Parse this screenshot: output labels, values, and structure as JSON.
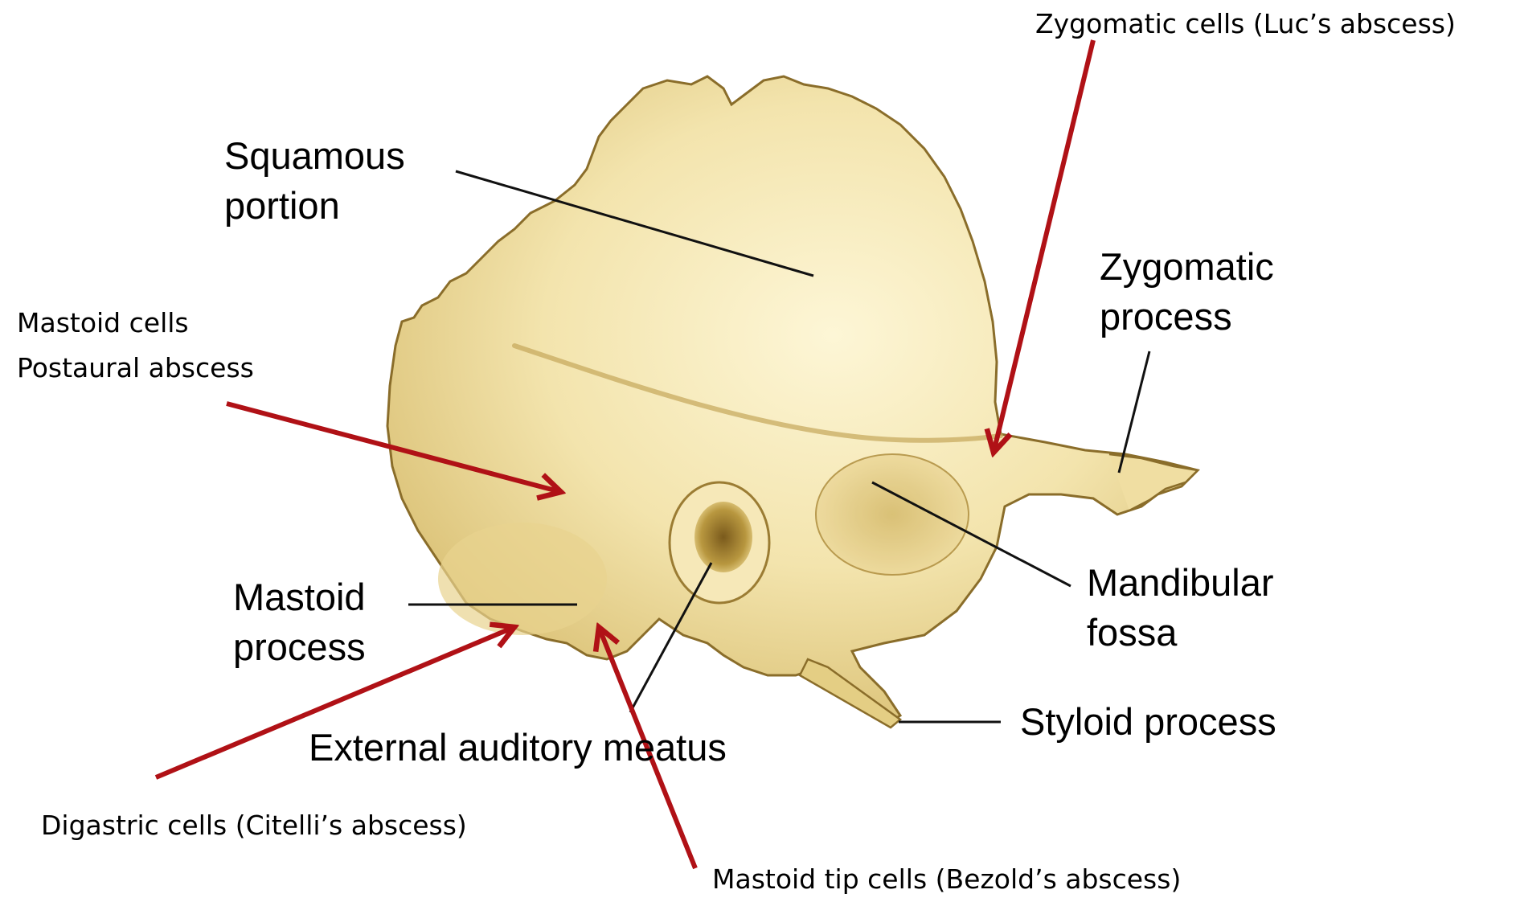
{
  "anatomy_labels": {
    "squamous": [
      "Squamous",
      "portion"
    ],
    "zygomatic_process": [
      "Zygomatic",
      "process"
    ],
    "mandibular_fossa": [
      "Mandibular",
      "fossa"
    ],
    "mastoid_process": [
      "Mastoid",
      "process"
    ],
    "external_auditory_meatus": "External auditory meatus",
    "styloid_process": "Styloid process"
  },
  "clinical_labels": {
    "zygomatic_cells": "Zygomatic cells (Luc’s abscess)",
    "mastoid_cells": [
      "Mastoid cells",
      "Postaural abscess"
    ],
    "digastric_cells": "Digastric cells (Citelli’s abscess)",
    "mastoid_tip_cells": "Mastoid tip cells (Bezold’s abscess)"
  },
  "colors": {
    "arrow": "#b01116",
    "leader": "#111111",
    "bone_light": "#fbf1c8",
    "bone_mid": "#eedc9a",
    "bone_shadow": "#b99a4b",
    "bone_outline": "#8a6d2a"
  }
}
